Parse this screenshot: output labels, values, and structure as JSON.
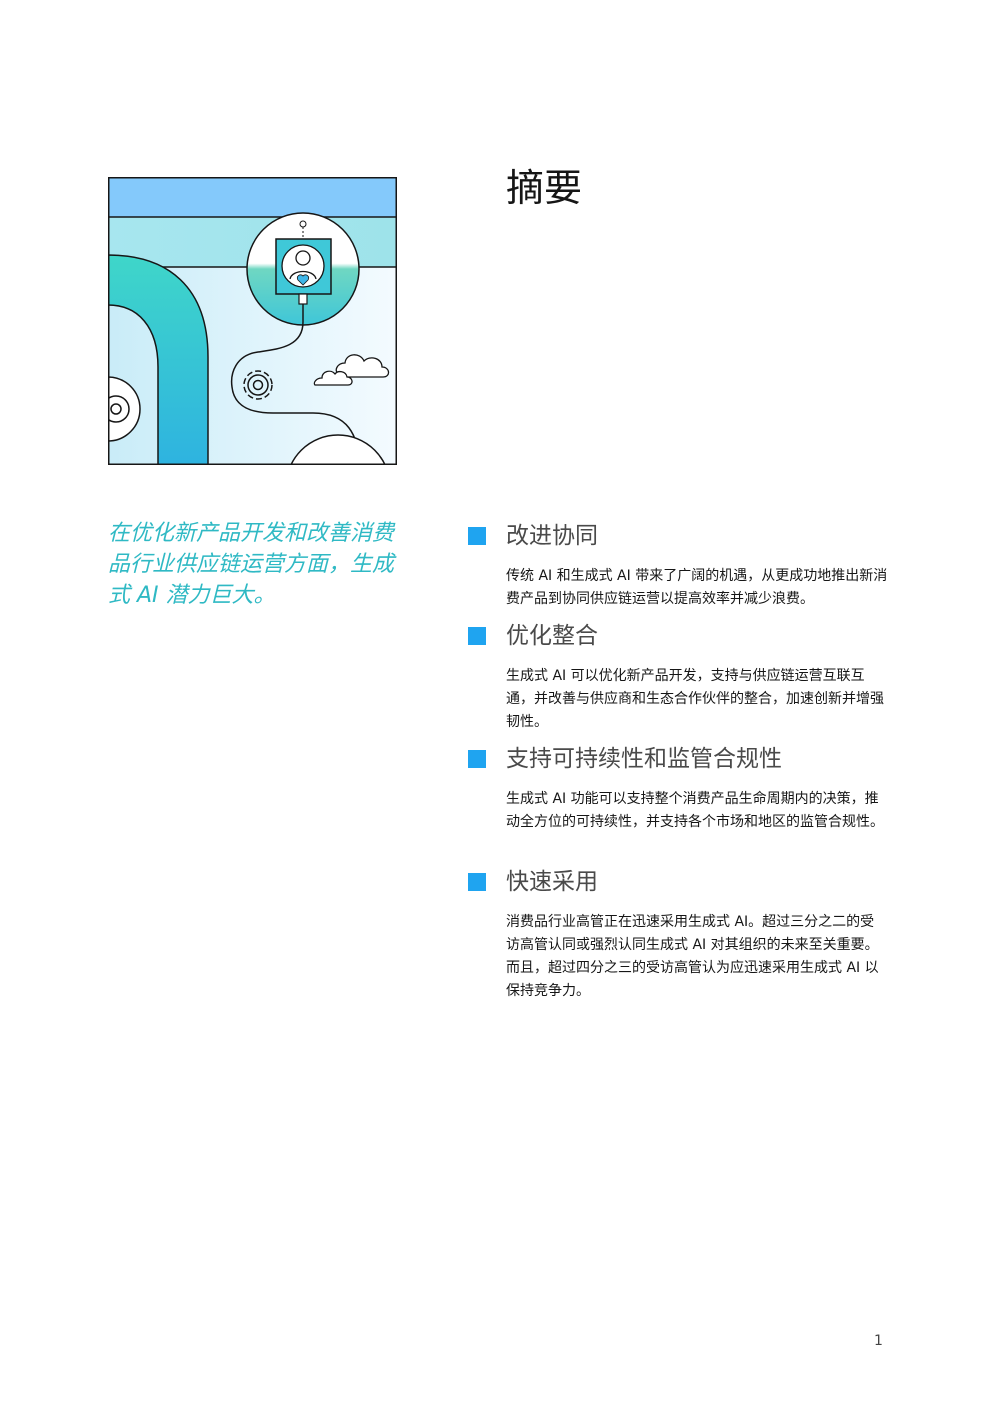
{
  "header": {
    "title": "摘要"
  },
  "callout": {
    "text": "在优化新产品开发和改善消费品行业供应链运营方面，生成式 AI 潜力巨大。"
  },
  "sections": [
    {
      "title": "改进协同",
      "body": "传统 AI 和生成式 AI 带来了广阔的机遇，从更成功地推出新消费产品到协同供应链运营以提高效率并减少浪费。"
    },
    {
      "title": "优化整合",
      "body": "生成式 AI 可以优化新产品开发，支持与供应链运营互联互通，并改善与供应商和生态合作伙伴的整合，加速创新并增强韧性。"
    },
    {
      "title": "支持可持续性和监管合规性",
      "body": "生成式 AI 功能可以支持整个消费产品生命周期内的决策，推动全方位的可持续性，并支持各个市场和地区的监管合规性。"
    },
    {
      "title": "快速采用",
      "body": "消费品行业高管正在迅速采用生成式 AI。超过三分之二的受访高管认同或强烈认同生成式 AI 对其组织的未来至关重要。而且，超过四分之三的受访高管认为应迅速采用生成式 AI 以保持竞争力。"
    }
  ],
  "footer": {
    "page_number": "1"
  },
  "colors": {
    "accent_teal": "#2fb9c4",
    "accent_blue": "#1fa4f0"
  },
  "illustration": {
    "icons": [
      "user-heart-icon",
      "gear-icon",
      "cloud-icon"
    ]
  }
}
